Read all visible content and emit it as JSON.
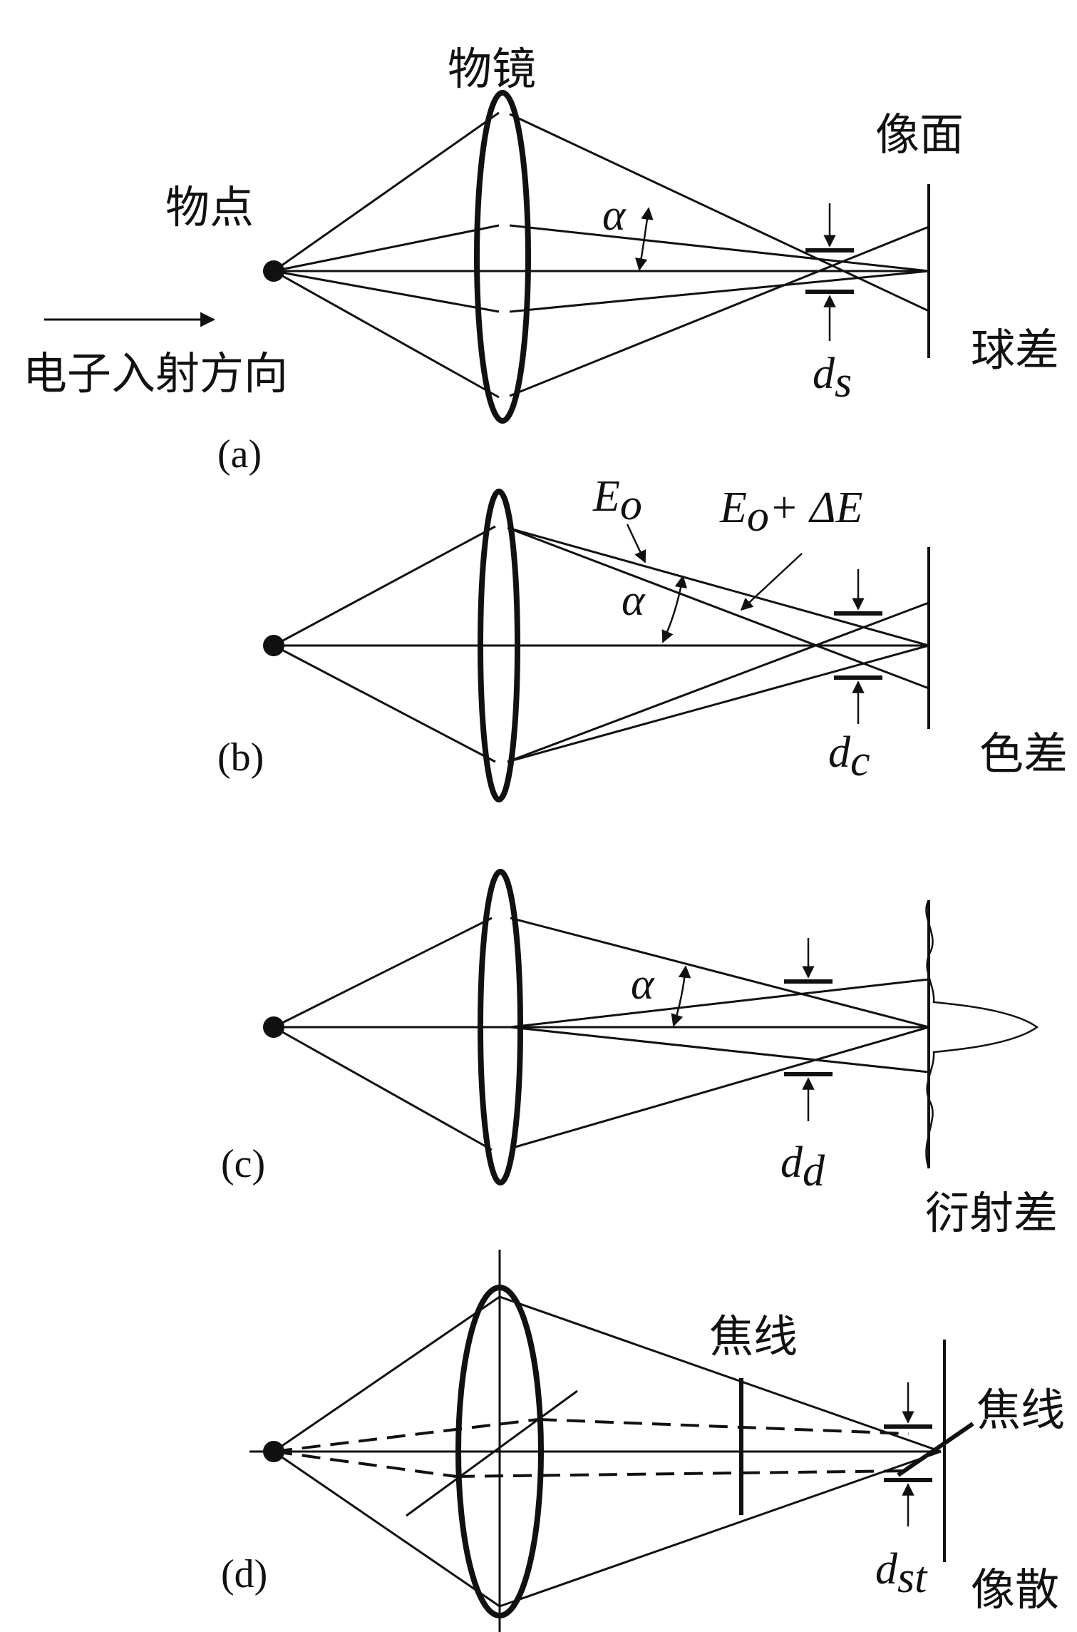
{
  "figure": {
    "labels": {
      "objective_lens": "物镜",
      "object_point": "物点",
      "image_plane": "像面",
      "electron_direction": "电子入射方向"
    },
    "panels": [
      {
        "id": "a",
        "tag": "(a)",
        "name": "球差",
        "aperture": "α",
        "d_main": "d",
        "d_sub": "s"
      },
      {
        "id": "b",
        "tag": "(b)",
        "name": "色差",
        "aperture": "α",
        "d_main": "d",
        "d_sub": "c",
        "energy_label_main": "E",
        "energy_label_sub": "o",
        "energy_delta_main": "E",
        "energy_delta_sub": "o",
        "energy_delta_rest": "+ ΔE"
      },
      {
        "id": "c",
        "tag": "(c)",
        "name": "衍射差",
        "aperture": "α",
        "d_main": "d",
        "d_sub": "d"
      },
      {
        "id": "d",
        "tag": "(d)",
        "name": "像散",
        "focal_line_label": "焦线",
        "focal_line_label_2": "焦线",
        "d_main": "d",
        "d_sub": "st"
      }
    ]
  }
}
